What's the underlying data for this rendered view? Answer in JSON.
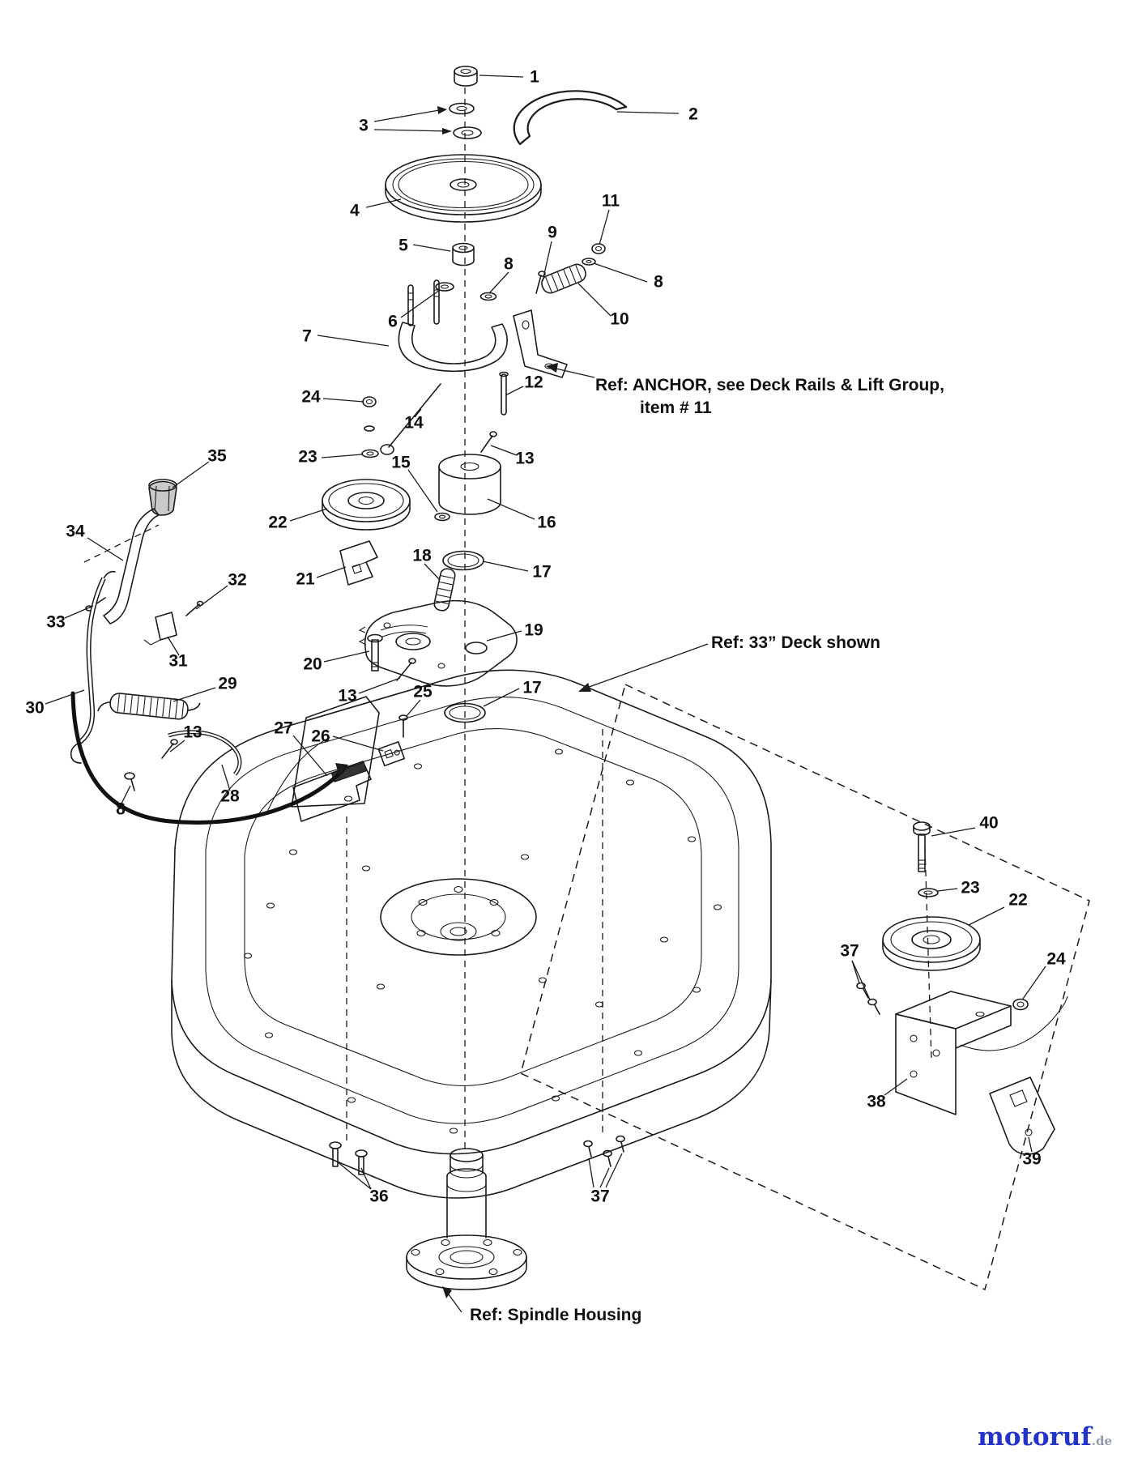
{
  "figure": {
    "description": "Exploded parts diagram of mower deck clutch, idler and spindle assembly",
    "line_color": "#1b1b1b",
    "background": "#ffffff"
  },
  "callouts": {
    "n1": "1",
    "n2": "2",
    "n3": "3",
    "n4": "4",
    "n5": "5",
    "n6": "6",
    "n7": "7",
    "n8a": "8",
    "n8b": "8",
    "n8c": "8",
    "n9": "9",
    "n10": "10",
    "n11": "11",
    "n12": "12",
    "n13a": "13",
    "n13b": "13",
    "n13c": "13",
    "n14": "14",
    "n15": "15",
    "n16": "16",
    "n17a": "17",
    "n17b": "17",
    "n18": "18",
    "n19": "19",
    "n20": "20",
    "n21": "21",
    "n22a": "22",
    "n22b": "22",
    "n23a": "23",
    "n23b": "23",
    "n24a": "24",
    "n24b": "24",
    "n25": "25",
    "n26": "26",
    "n27": "27",
    "n28": "28",
    "n29": "29",
    "n30": "30",
    "n31": "31",
    "n32": "32",
    "n33": "33",
    "n34": "34",
    "n35": "35",
    "n36": "36",
    "n37a": "37",
    "n37b": "37",
    "n38": "38",
    "n39": "39",
    "n40": "40"
  },
  "references": {
    "anchor_line1": "Ref: ANCHOR, see Deck Rails & Lift Group,",
    "anchor_line2": "item # 11",
    "deck": "Ref: 33” Deck shown",
    "spindle": "Ref: Spindle Housing"
  },
  "watermark": {
    "brand": "motoruf",
    "tld": ".de",
    "brand_color": "#2334c7"
  }
}
